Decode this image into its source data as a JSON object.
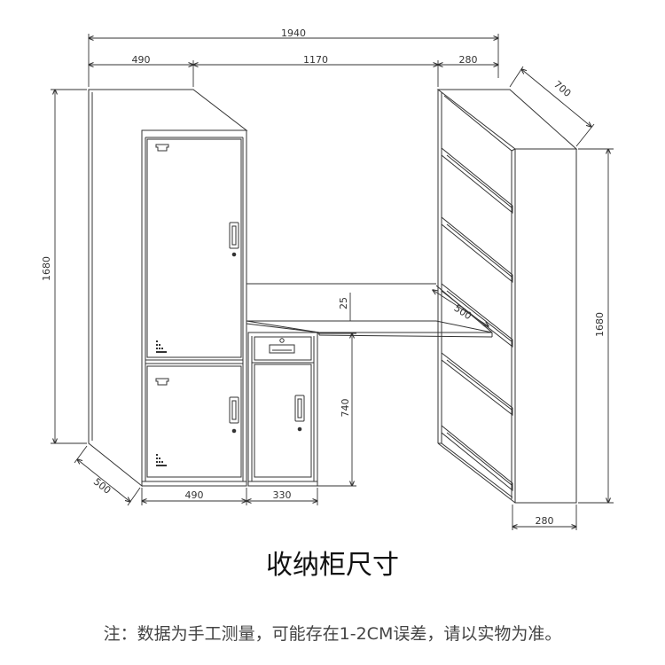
{
  "title": "收纳柜尺寸",
  "note": "注：数据为手工测量，可能存在1-2CM误差，请以实物为准。",
  "dimensions": {
    "total_width": "1940",
    "left_width": "490",
    "middle_width": "1170",
    "right_width": "280",
    "right_depth": "700",
    "left_height": "1680",
    "right_height": "1680",
    "left_depth": "500",
    "desk_depth": "500",
    "desk_thickness": "25",
    "desk_height": "740",
    "locker_width": "490",
    "drawer_unit_width": "330",
    "shelf_width": "280"
  }
}
